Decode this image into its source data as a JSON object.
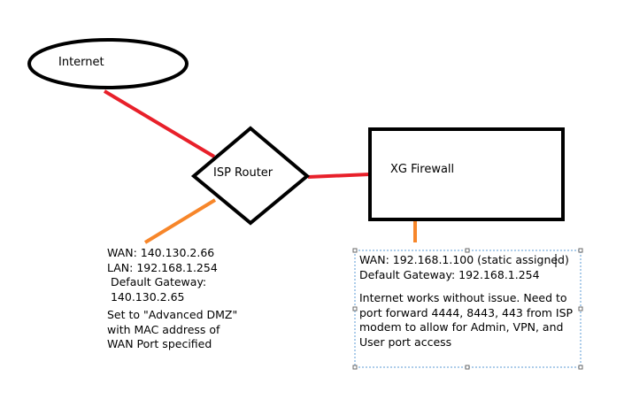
{
  "nodes": {
    "internet": "Internet",
    "isp_router": "ISP Router",
    "xg_firewall": "XG Firewall"
  },
  "isp_notes": {
    "wan": "WAN: 140.130.2.66",
    "lan": "LAN: 192.168.1.254",
    "gateway_label": " Default Gateway:",
    "gateway_value": " 140.130.2.65",
    "dmz_lines": [
      "Set to \"Advanced DMZ\"",
      "with MAC address of",
      "WAN Port specified"
    ]
  },
  "firewall_notes": {
    "wan": "WAN: 192.168.1.100 (static assigned)",
    "gateway": "Default Gateway: 192.168.1.254",
    "issue_lines": [
      "Internet works without issue. Need to",
      "port forward 4444, 8443, 443 from ISP",
      "modem to allow for Admin, VPN, and",
      "User port access"
    ]
  },
  "colors": {
    "link_red": "#e8202a",
    "link_orange": "#f7862a",
    "selection_dash": "#5b9bd5"
  }
}
